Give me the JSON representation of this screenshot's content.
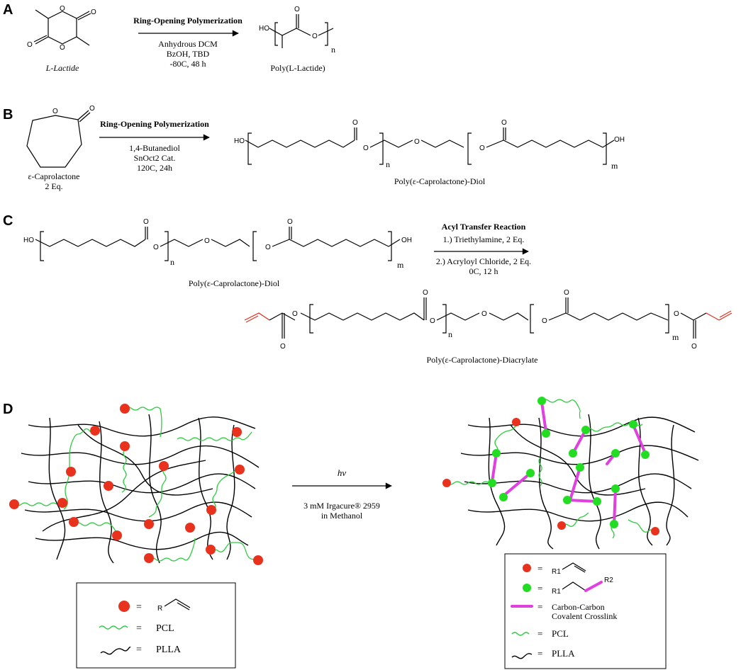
{
  "panels": {
    "a": "A",
    "b": "B",
    "c": "C",
    "d": "D"
  },
  "panel_a": {
    "reactant": "L-Lactide",
    "reaction_title": "Ring-Opening Polymerization",
    "conditions": [
      "Anhydrous DCM",
      "BzOH, TBD",
      "-80C, 48 h"
    ],
    "product": "Poly(L-Lactide)"
  },
  "panel_b": {
    "reactant": "ε-Caprolactone",
    "reactant_eq": "2 Eq.",
    "reaction_title": "Ring-Opening Polymerization",
    "conditions": [
      "1,4-Butanediol",
      "SnOct2 Cat.",
      "120C, 24h"
    ],
    "product": "Poly(ε-Caprolactone)-Diol"
  },
  "panel_c": {
    "reactant": "Poly(ε-Caprolactone)-Diol",
    "reaction_title": "Acyl Transfer Reaction",
    "conditions": [
      "1.) Triethylamine, 2 Eq.",
      "2.) Acryloyl Chloride, 2 Eq.",
      "0C, 12 h"
    ],
    "product": "Poly(ε-Caprolactone)-Diacrylate"
  },
  "atoms": {
    "o": "O",
    "ho": "HO",
    "oh": "OH",
    "n": "n",
    "m": "m",
    "r": "R",
    "r1": "R1",
    "r2": "R2"
  },
  "panel_d": {
    "arrow_label": "hv",
    "conditions": [
      "3 mM Irgacure® 2959",
      "in Methanol"
    ],
    "legend_left": [
      {
        "symbol": "red-dot",
        "eq": "=",
        "label": ""
      },
      {
        "symbol": "pcl-wave",
        "eq": "=",
        "label": "PCL"
      },
      {
        "symbol": "plla-wave",
        "eq": "=",
        "label": "PLLA"
      }
    ],
    "legend_right": [
      {
        "symbol": "red-dot",
        "eq": "=",
        "label": ""
      },
      {
        "symbol": "green-dot",
        "eq": "=",
        "label": ""
      },
      {
        "symbol": "crosslink",
        "eq": "=",
        "label": "Carbon-Carbon Covalent Crosslink",
        "line1": "Carbon-Carbon",
        "line2": "Covalent Crosslink"
      },
      {
        "symbol": "pcl-wave",
        "eq": "=",
        "label": "PCL"
      },
      {
        "symbol": "plla-wave",
        "eq": "=",
        "label": "PLLA"
      }
    ]
  },
  "colors": {
    "red_dot": "#e8321e",
    "green_dot": "#22dd22",
    "pcl": "#2ecc40",
    "crosslink": "#e040e0",
    "acrylate": "#e0301e"
  }
}
